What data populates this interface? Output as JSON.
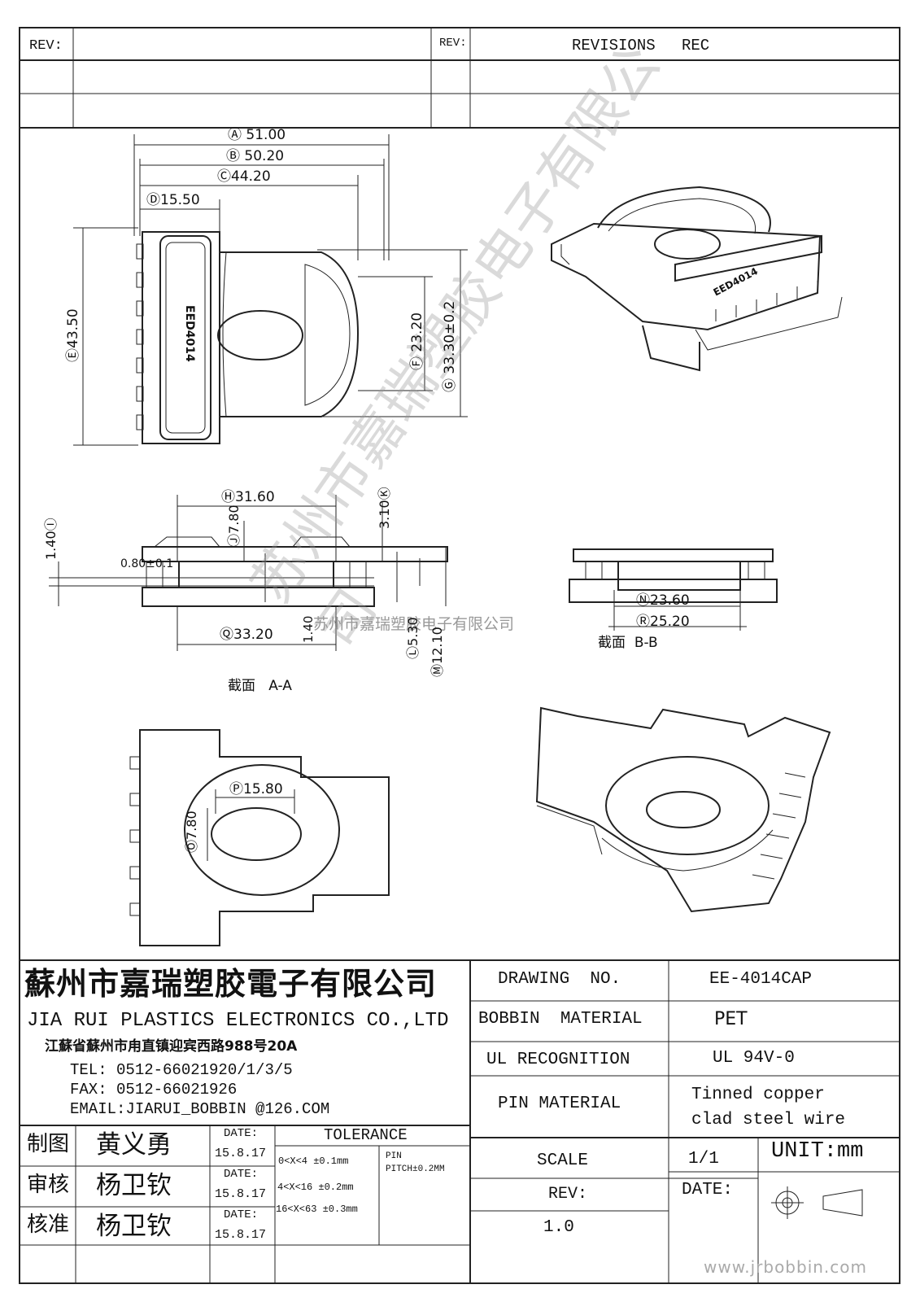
{
  "revision_block": {
    "rev_label_left": "REV:",
    "rev_label_right": "REV:",
    "revisions_label": "REVISIONS",
    "rec_label": "REC"
  },
  "top_view": {
    "dims": {
      "a": "51.00",
      "b": "50.20",
      "c": "44.20",
      "d": "15.50",
      "e": "43.50",
      "f": "23.20",
      "g": "33.30±0.2"
    },
    "marking": "EED4014"
  },
  "section_a": {
    "dims": {
      "h": "31.60",
      "i": "1.40",
      "j": "7.80",
      "k": "3.10",
      "l": "5.30",
      "m": "12.10",
      "q": "33.20",
      "flange": "0.80±0.1",
      "step": "1.40"
    },
    "caption_cn": "截面",
    "caption_id": "A-A"
  },
  "section_b": {
    "dims": {
      "n": "23.60",
      "r": "25.20"
    },
    "caption_cn": "截面",
    "caption_id": "B-B"
  },
  "bottom_view": {
    "dims": {
      "p": "15.80",
      "o": "7.80"
    }
  },
  "iso_top": {
    "marking": "EED4014"
  },
  "watermarks": {
    "center_text": "苏州市嘉瑞塑胶电子有限公司",
    "diagonal_text": "苏州市嘉瑞塑胶电子有限公司",
    "url": "www.jrbobbin.com"
  },
  "title_block": {
    "company_cn": "蘇州市嘉瑞塑胶電子有限公司",
    "company_en": "JIA RUI PLASTICS ELECTRONICS CO.,LTD",
    "address": "江蘇省蘇州市甪直镇迎宾西路988号20A",
    "tel": "TEL: 0512-66021920/1/3/5",
    "fax": "FAX: 0512-66021926",
    "email": "EMAIL:JIARUI_BOBBIN @126.COM",
    "drawing_no_label": "DRAWING  NO.",
    "drawing_no": "EE-4014CAP",
    "bobbin_material_label": "BOBBIN  MATERIAL",
    "bobbin_material": "PET",
    "ul_label": "UL RECOGNITION",
    "ul_value": "UL 94V-0",
    "pin_material_label": "PIN MATERIAL",
    "pin_material_line1": "Tinned copper",
    "pin_material_line2": "clad steel wire",
    "signoffs": [
      {
        "role": "制图",
        "name": "黄义勇",
        "date_label": "DATE:",
        "date": "15.8.17"
      },
      {
        "role": "审核",
        "name": "杨卫钦",
        "date_label": "DATE:",
        "date": "15.8.17"
      },
      {
        "role": "核准",
        "name": "杨卫钦",
        "date_label": "DATE:",
        "date": "15.8.17"
      }
    ],
    "tolerance_label": "TOLERANCE",
    "tolerances": [
      "0<X<4 ±0.1mm",
      "4<X<16 ±0.2mm",
      "16<X<63 ±0.3mm"
    ],
    "pin_pitch_label": "PIN",
    "pin_pitch": "PITCH±0.2MM",
    "scale_label": "SCALE",
    "scale_value": "1/1",
    "unit_label": "UNIT:mm",
    "rev_label": "REV:",
    "rev_value": "1.0",
    "date_label": "DATE:"
  }
}
